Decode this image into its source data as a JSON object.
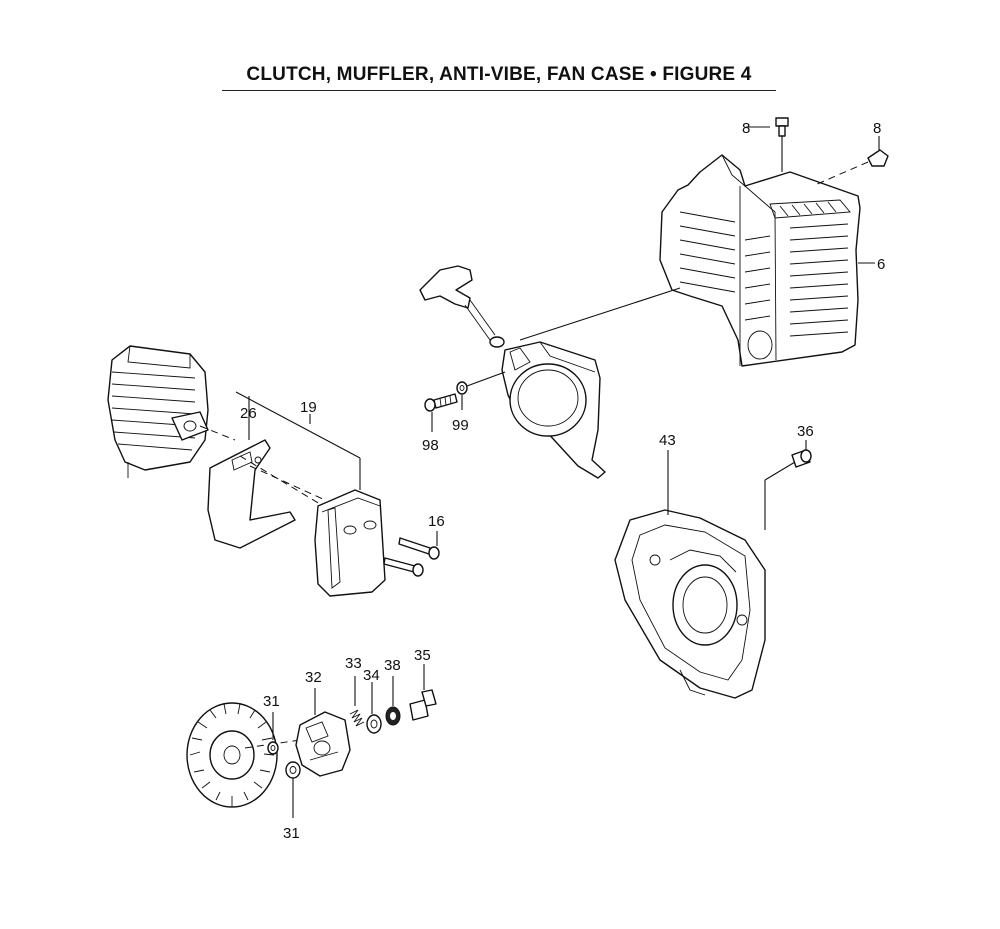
{
  "title": "CLUTCH, MUFFLER, ANTI-VIBE, FAN CASE  •  FIGURE 4",
  "callouts": [
    {
      "id": "c8a",
      "label": "8"
    },
    {
      "id": "c8b",
      "label": "8"
    },
    {
      "id": "c6",
      "label": "6"
    },
    {
      "id": "c19",
      "label": "19"
    },
    {
      "id": "c26",
      "label": "26"
    },
    {
      "id": "c16",
      "label": "16"
    },
    {
      "id": "c98",
      "label": "98"
    },
    {
      "id": "c99",
      "label": "99"
    },
    {
      "id": "c43",
      "label": "43"
    },
    {
      "id": "c36",
      "label": "36"
    },
    {
      "id": "c31a",
      "label": "31"
    },
    {
      "id": "c31b",
      "label": "31"
    },
    {
      "id": "c32",
      "label": "32"
    },
    {
      "id": "c33",
      "label": "33"
    },
    {
      "id": "c34",
      "label": "34"
    },
    {
      "id": "c38",
      "label": "38"
    },
    {
      "id": "c35",
      "label": "35"
    }
  ]
}
